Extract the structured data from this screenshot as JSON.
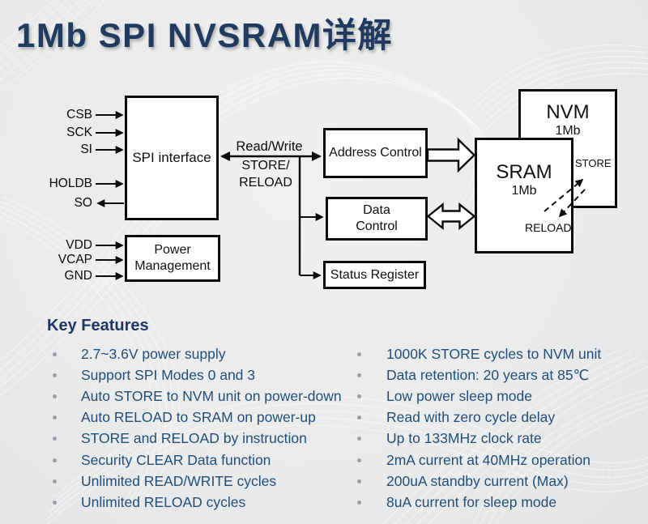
{
  "title": "1Mb SPI NVSRAM详解",
  "colors": {
    "background": "#ebebec",
    "title_text": "#203a60",
    "feature_text": "#1f4e79",
    "heading_text": "#1e3765",
    "box_border": "#0b0b0b",
    "box_fill": "#ffffff",
    "mesh_pattern": "#ffffff"
  },
  "diagram": {
    "pins": [
      "CSB",
      "SCK",
      "SI",
      "HOLDB",
      "SO",
      "VDD",
      "VCAP",
      "GND"
    ],
    "blocks": {
      "spi": "SPI interface",
      "power_line1": "Power",
      "power_line2": "Management",
      "address": "Address Control",
      "data_line1": "Data",
      "data_line2": "Control",
      "status": "Status Register",
      "sram_name": "SRAM",
      "sram_size": "1Mb",
      "nvm_name": "NVM",
      "nvm_size": "1Mb"
    },
    "bus_labels": {
      "read_write": "Read/Write",
      "store_reload_1": "STORE/",
      "store_reload_2": "RELOAD"
    },
    "transfer_labels": {
      "store": "STORE",
      "reload": "RELOAD"
    }
  },
  "key_features": {
    "heading": "Key Features",
    "left": [
      "2.7~3.6V power supply",
      "Support SPI Modes 0 and 3",
      "Auto STORE to NVM unit on power-down",
      "Auto RELOAD to SRAM on power-up",
      "STORE and RELOAD by instruction",
      "Security CLEAR Data function",
      "Unlimited READ/WRITE cycles",
      "Unlimited RELOAD cycles"
    ],
    "right": [
      "1000K STORE cycles to NVM unit",
      "Data retention: 20 years at 85℃",
      "Low power sleep mode",
      "Read with zero cycle delay",
      "Up to 133MHz clock rate",
      "2mA current at 40MHz operation",
      "200uA standby current (Max)",
      "8uA current for sleep mode"
    ]
  }
}
